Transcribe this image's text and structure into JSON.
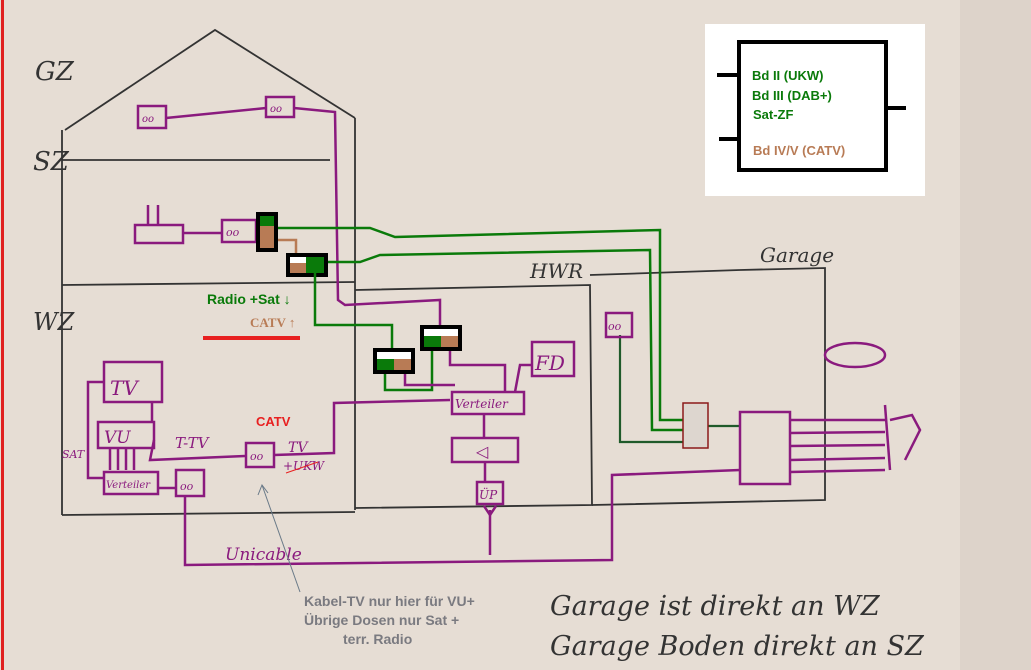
{
  "rooms": {
    "gz": "GZ",
    "sz": "SZ",
    "wz": "WZ",
    "hwr": "HWR",
    "garage": "Garage"
  },
  "legend": {
    "line1": "Bd  II (UKW)",
    "line2": "Bd III (DAB+)",
    "line3": "Sat-ZF",
    "line4": "Bd IV/V (CATV)",
    "green_color": "#0a7a0a",
    "brown_color": "#b87b55"
  },
  "direction": {
    "radio_sat": "Radio +Sat ↓",
    "catv": "CATV ↑"
  },
  "wz": {
    "tv": "TV",
    "vu": "VU",
    "verteiler": "Verteiler",
    "sat": "SAT",
    "t_tv": "T-TV",
    "catv": "CATV",
    "socket_tv": "TV",
    "socket_ukw": "+UKW",
    "unicable": "Unicable"
  },
  "hwr": {
    "fd": "FD",
    "verteiler": "Verteiler",
    "amp": "◁",
    "up": "ÜP"
  },
  "note": {
    "line1": "Kabel-TV nur hier für VU+",
    "line2": "Übrige Dosen nur Sat +",
    "line3": "terr. Radio"
  },
  "handnote": {
    "line1": "Garage ist direkt an WZ",
    "line2": "Garage Boden direkt an SZ"
  }
}
